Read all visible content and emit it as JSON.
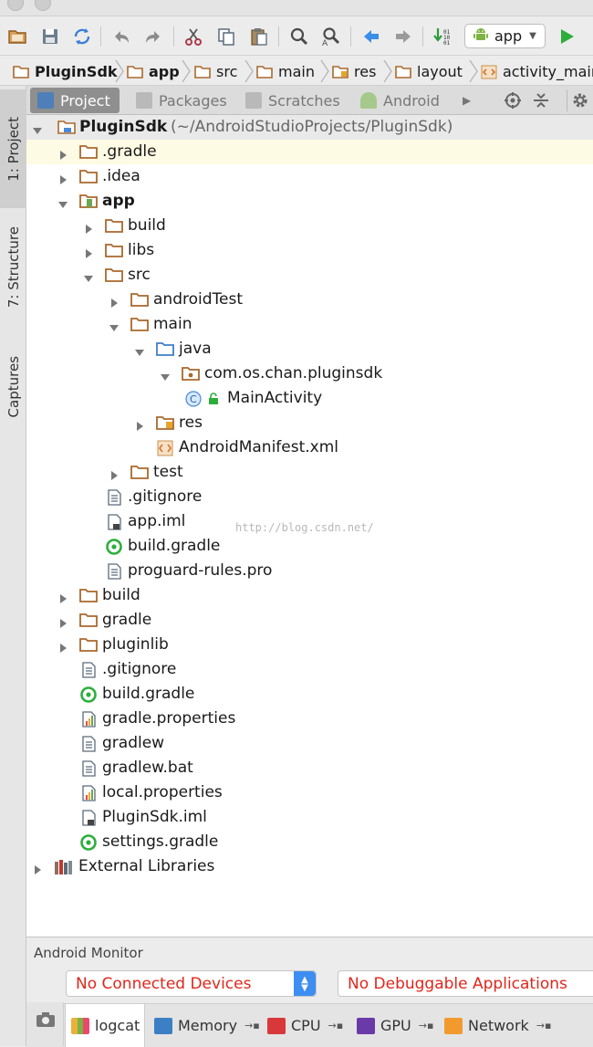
{
  "toolbar": {
    "run_config": "app",
    "icons": [
      "open-folder-icon",
      "save-icon",
      "sync-icon",
      "undo-icon",
      "redo-icon",
      "cut-icon",
      "copy-icon",
      "paste-icon",
      "find-icon",
      "replace-icon",
      "back-icon",
      "forward-icon",
      "make-icon",
      "android-icon",
      "run-icon"
    ]
  },
  "breadcrumb": {
    "items": [
      "PluginSdk",
      "app",
      "src",
      "main",
      "res",
      "layout",
      "activity_main"
    ]
  },
  "sidebar": {
    "tabs": [
      {
        "label": "1: Project"
      },
      {
        "label": "7: Structure"
      },
      {
        "label": "Captures"
      }
    ]
  },
  "panel_tabs": [
    {
      "label": "Project",
      "active": true
    },
    {
      "label": "Packages",
      "active": false
    },
    {
      "label": "Scratches",
      "active": false
    },
    {
      "label": "Android",
      "active": false
    }
  ],
  "tree": {
    "root_name": "PluginSdk",
    "root_path": "(~/AndroidStudioProjects/PluginSdk)",
    "rows": [
      {
        "label": ".gradle",
        "icon": "folder-icon",
        "arrow": "right"
      },
      {
        "label": ".idea",
        "icon": "folder-icon",
        "arrow": "right"
      },
      {
        "label": "app",
        "icon": "module-icon",
        "arrow": "down"
      },
      {
        "label": "build",
        "icon": "folder-icon",
        "arrow": "right"
      },
      {
        "label": "libs",
        "icon": "folder-icon",
        "arrow": "right"
      },
      {
        "label": "src",
        "icon": "folder-icon",
        "arrow": "down"
      },
      {
        "label": "androidTest",
        "icon": "folder-icon",
        "arrow": "right"
      },
      {
        "label": "main",
        "icon": "folder-icon",
        "arrow": "down"
      },
      {
        "label": "java",
        "icon": "source-folder-icon",
        "arrow": "down"
      },
      {
        "label": "com.os.chan.pluginsdk",
        "icon": "package-icon",
        "arrow": "down"
      },
      {
        "label": "MainActivity",
        "icon": "class-icon",
        "arrow": "none"
      },
      {
        "label": "res",
        "icon": "resource-folder-icon",
        "arrow": "right"
      },
      {
        "label": "AndroidManifest.xml",
        "icon": "xml-file-icon",
        "arrow": "none"
      },
      {
        "label": "test",
        "icon": "folder-icon",
        "arrow": "right"
      },
      {
        "label": ".gitignore",
        "icon": "text-file-icon",
        "arrow": "none"
      },
      {
        "label": "app.iml",
        "icon": "iml-file-icon",
        "arrow": "none"
      },
      {
        "label": "build.gradle",
        "icon": "gradle-file-icon",
        "arrow": "none"
      },
      {
        "label": "proguard-rules.pro",
        "icon": "text-file-icon",
        "arrow": "none"
      },
      {
        "label": "build",
        "icon": "folder-icon",
        "arrow": "right"
      },
      {
        "label": "gradle",
        "icon": "folder-icon",
        "arrow": "right"
      },
      {
        "label": "pluginlib",
        "icon": "folder-icon",
        "arrow": "right"
      },
      {
        "label": ".gitignore",
        "icon": "text-file-icon",
        "arrow": "none"
      },
      {
        "label": "build.gradle",
        "icon": "gradle-file-icon",
        "arrow": "none"
      },
      {
        "label": "gradle.properties",
        "icon": "properties-file-icon",
        "arrow": "none"
      },
      {
        "label": "gradlew",
        "icon": "text-file-icon",
        "arrow": "none"
      },
      {
        "label": "gradlew.bat",
        "icon": "text-file-icon",
        "arrow": "none"
      },
      {
        "label": "local.properties",
        "icon": "properties-file-icon",
        "arrow": "none"
      },
      {
        "label": "PluginSdk.iml",
        "icon": "iml-file-icon",
        "arrow": "none"
      },
      {
        "label": "settings.gradle",
        "icon": "gradle-file-icon",
        "arrow": "none"
      },
      {
        "label": "External Libraries",
        "icon": "library-icon",
        "arrow": "right"
      }
    ]
  },
  "watermark": "http://blog.csdn.net/",
  "monitor": {
    "title": "Android Monitor",
    "devices": "No Connected Devices",
    "apps": "No Debuggable Applications",
    "tabs": [
      {
        "label": "logcat",
        "active": true
      },
      {
        "label": "Memory",
        "active": false
      },
      {
        "label": "CPU",
        "active": false
      },
      {
        "label": "GPU",
        "active": false
      },
      {
        "label": "Network",
        "active": false
      }
    ]
  },
  "colors": {
    "folder": "#c8914a",
    "selection": "#fdfbe3",
    "error_text": "#e0261b",
    "accent_blue": "#3d8ef2",
    "run_green": "#2dae3c"
  }
}
